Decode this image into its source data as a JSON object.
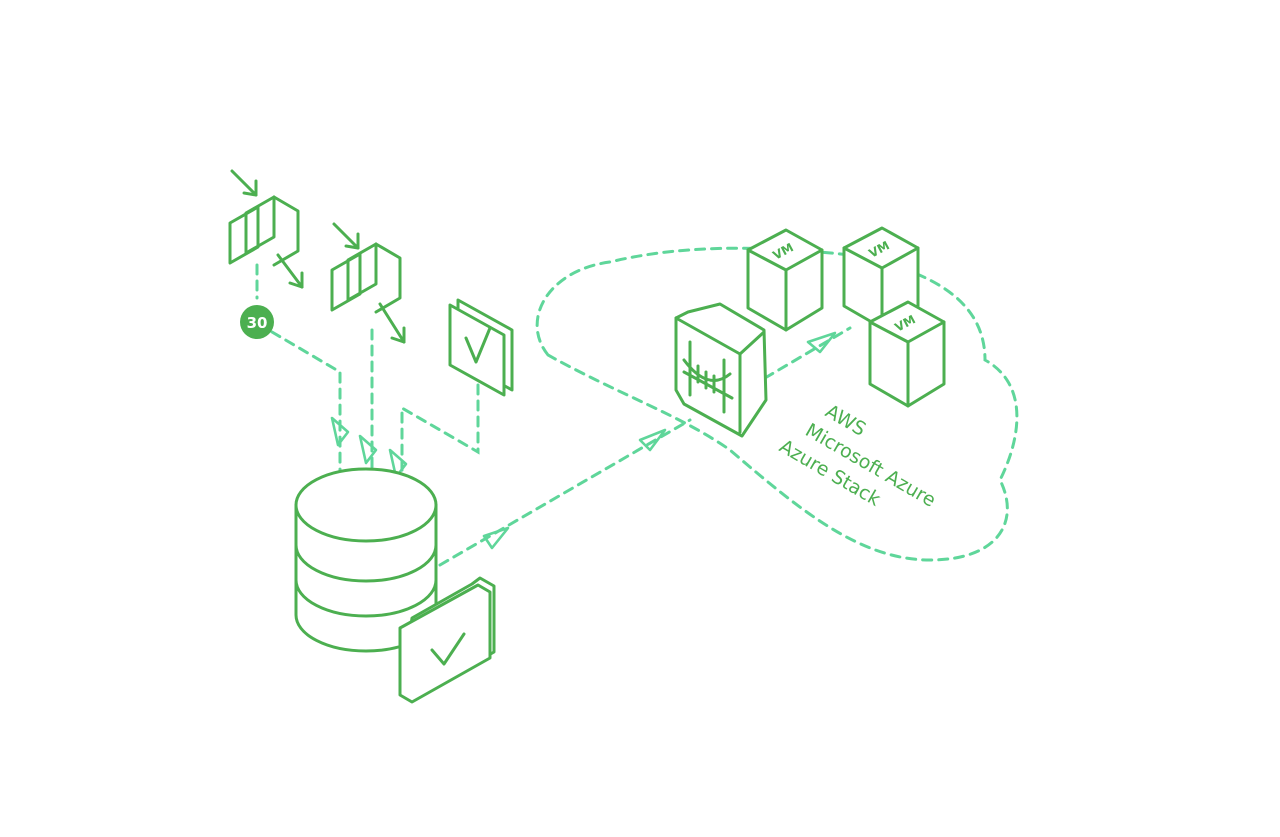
{
  "badge": {
    "label": "30"
  },
  "vms": [
    {
      "label": "VM"
    },
    {
      "label": "VM"
    },
    {
      "label": "VM"
    }
  ],
  "cloud_providers": [
    "AWS",
    "Microsoft Azure",
    "Azure Stack"
  ],
  "colors": {
    "stroke": "#4caf50",
    "dashed": "#5fd69a",
    "background": "#ffffff"
  },
  "icons": [
    "snapshot-icon",
    "snapshot-icon",
    "checkmark-document-icon",
    "database-icon",
    "verified-folder-icon",
    "bridge-gateway-icon",
    "virtual-machine-icon",
    "cloud-icon"
  ]
}
